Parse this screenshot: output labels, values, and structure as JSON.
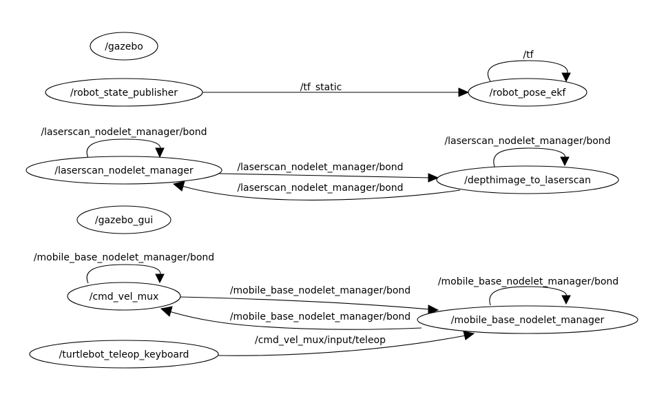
{
  "graph": {
    "nodes": [
      {
        "id": "gazebo",
        "label": "/gazebo"
      },
      {
        "id": "robot_state_publisher",
        "label": "/robot_state_publisher"
      },
      {
        "id": "robot_pose_ekf",
        "label": "/robot_pose_ekf"
      },
      {
        "id": "laserscan_nodelet_manager",
        "label": "/laserscan_nodelet_manager"
      },
      {
        "id": "depthimage_to_laserscan",
        "label": "/depthimage_to_laserscan"
      },
      {
        "id": "gazebo_gui",
        "label": "/gazebo_gui"
      },
      {
        "id": "cmd_vel_mux",
        "label": "/cmd_vel_mux"
      },
      {
        "id": "mobile_base_nodelet_manager",
        "label": "/mobile_base_nodelet_manager"
      },
      {
        "id": "turtlebot_teleop_keyboard",
        "label": "/turtlebot_teleop_keyboard"
      }
    ],
    "edges": [
      {
        "from": "robot_pose_ekf",
        "to": "robot_pose_ekf",
        "label": "/tf"
      },
      {
        "from": "robot_state_publisher",
        "to": "robot_pose_ekf",
        "label": "/tf_static"
      },
      {
        "from": "laserscan_nodelet_manager",
        "to": "laserscan_nodelet_manager",
        "label": "/laserscan_nodelet_manager/bond"
      },
      {
        "from": "depthimage_to_laserscan",
        "to": "depthimage_to_laserscan",
        "label": "/laserscan_nodelet_manager/bond"
      },
      {
        "from": "laserscan_nodelet_manager",
        "to": "depthimage_to_laserscan",
        "label": "/laserscan_nodelet_manager/bond"
      },
      {
        "from": "depthimage_to_laserscan",
        "to": "laserscan_nodelet_manager",
        "label": "/laserscan_nodelet_manager/bond"
      },
      {
        "from": "cmd_vel_mux",
        "to": "cmd_vel_mux",
        "label": "/mobile_base_nodelet_manager/bond"
      },
      {
        "from": "mobile_base_nodelet_manager",
        "to": "mobile_base_nodelet_manager",
        "label": "/mobile_base_nodelet_manager/bond"
      },
      {
        "from": "cmd_vel_mux",
        "to": "mobile_base_nodelet_manager",
        "label": "/mobile_base_nodelet_manager/bond"
      },
      {
        "from": "mobile_base_nodelet_manager",
        "to": "cmd_vel_mux",
        "label": "/mobile_base_nodelet_manager/bond"
      },
      {
        "from": "turtlebot_teleop_keyboard",
        "to": "mobile_base_nodelet_manager",
        "label": "/cmd_vel_mux/input/teleop"
      }
    ]
  }
}
